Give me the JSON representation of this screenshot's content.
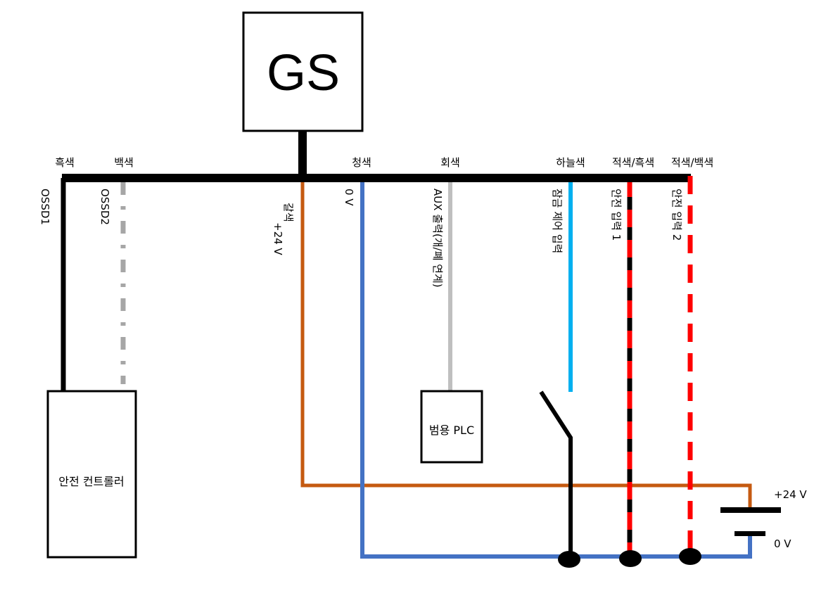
{
  "device": {
    "label": "GS"
  },
  "wires": {
    "ossd1": {
      "color_name": "흑색",
      "function": "OSSD1",
      "color": "#000000"
    },
    "ossd2": {
      "color_name": "백색",
      "function": "OSSD2",
      "color": "#A6A6A6"
    },
    "power": {
      "color_name": "갈색",
      "function": "+24 V",
      "color": "#C55A11"
    },
    "ground": {
      "color_name": "청색",
      "function": "0 V",
      "color": "#4472C4"
    },
    "aux": {
      "color_name": "회색",
      "function": "AUX 출력(개/폐 연계)",
      "color": "#BFBFBF"
    },
    "lock": {
      "color_name": "하늘색",
      "function": "잠금 제어 입력",
      "color": "#00B0F0"
    },
    "safety1": {
      "color_name": "적색/흑색",
      "function": "안전 입력 1",
      "color": "#FF0000",
      "stripe": "#000000"
    },
    "safety2": {
      "color_name": "적색/백색",
      "function": "안전 입력 2",
      "color": "#FF0000",
      "stripe": "#FFFFFF"
    }
  },
  "components": {
    "safety_controller": "안전 컨트롤러",
    "plc": "범용 PLC"
  },
  "supply": {
    "positive": "+24 V",
    "negative": "0 V"
  }
}
